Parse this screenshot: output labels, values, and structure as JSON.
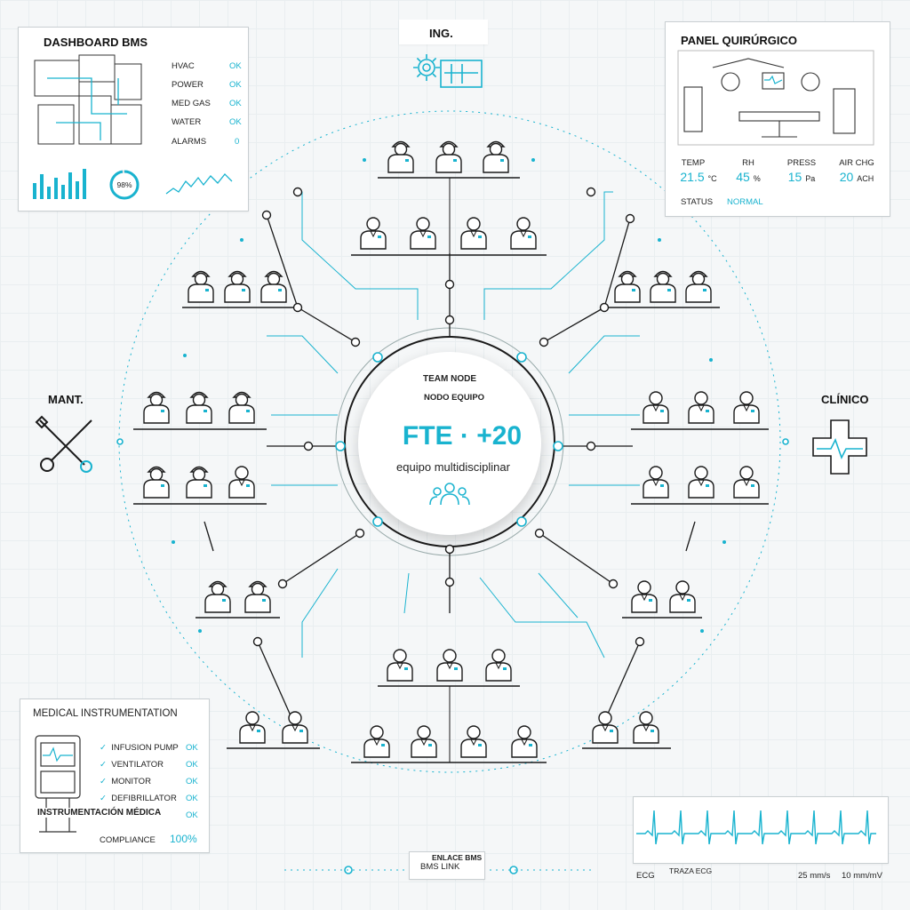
{
  "bms_panel": {
    "title": "DASHBOARD BMS",
    "rows": [
      {
        "label": "HVAC",
        "value": "OK"
      },
      {
        "label": "POWER",
        "value": "OK"
      },
      {
        "label": "MED GAS",
        "value": "OK"
      },
      {
        "label": "WATER",
        "value": "OK"
      },
      {
        "label": "ALARMS",
        "value": "0"
      }
    ],
    "gauge": "98%"
  },
  "ing_label": "ING.",
  "surgical_panel": {
    "title": "PANEL QUIRÚRGICO",
    "vitals": [
      {
        "label": "TEMP",
        "value": "21.5",
        "unit": "°C"
      },
      {
        "label": "RH",
        "value": "45",
        "unit": "%"
      },
      {
        "label": "PRESS",
        "value": "15",
        "unit": "Pa"
      },
      {
        "label": "AIR CHG",
        "value": "20",
        "unit": "ACH"
      }
    ],
    "status_label": "STATUS",
    "status_value": "NORMAL"
  },
  "mant_label": "MANT.",
  "clinico_label": "CLÍNICO",
  "center_node": {
    "team_node": "TEAM NODE",
    "nodo_equipo": "NODO EQUIPO",
    "fte": "FTE · +20",
    "subtitle": "equipo multidisciplinar"
  },
  "instr_panel": {
    "title": "MEDICAL INSTRUMENTATION",
    "items": [
      {
        "label": "INFUSION PUMP",
        "value": "OK"
      },
      {
        "label": "VENTILATOR",
        "value": "OK"
      },
      {
        "label": "MONITOR",
        "value": "OK"
      },
      {
        "label": "DEFIBRILLATOR",
        "value": "OK"
      }
    ],
    "extra_ok": "OK",
    "caption": "INSTRUMENTACIÓN MÉDICA",
    "compliance_label": "COMPLIANCE",
    "compliance_value": "100%"
  },
  "bms_link": {
    "top": "ENLACE BMS",
    "bottom": "BMS LINK"
  },
  "ecg_panel": {
    "label": "ECG",
    "caption": "TRAZA ECG",
    "speed": "25 mm/s",
    "gain": "10 mm/mV"
  },
  "colors": {
    "accent": "#19b3cf",
    "line": "#1a1a1a",
    "panel_border": "#c9cfd2"
  }
}
